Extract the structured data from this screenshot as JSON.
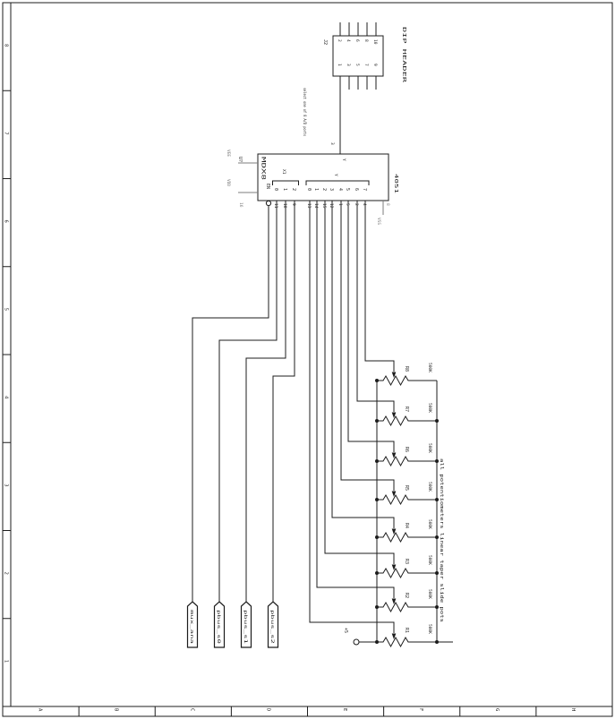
{
  "page": {
    "background": "#ffffff",
    "ink": "#1c1c1c",
    "power_ink": "#7d7d7d"
  },
  "frame": {
    "row_labels": [
      "8",
      "7",
      "6",
      "5",
      "4",
      "3",
      "2",
      "1"
    ],
    "col_labels": [
      "A",
      "B",
      "C",
      "D",
      "E",
      "F",
      "G",
      "H"
    ]
  },
  "dip_header": {
    "designator": "J2",
    "label": "DIP HEADER",
    "top_pin_numbers": [
      "2",
      "4",
      "6",
      "8",
      "10"
    ],
    "bottom_pin_numbers": [
      "1",
      "3",
      "5",
      "7",
      "9"
    ]
  },
  "notes": {
    "adc": "select one of 8 A/D ports",
    "pots": "all potentiometers linear taper slide pots"
  },
  "mux": {
    "designator": "U?",
    "symbol_name": "MDX8",
    "part_number": "4051",
    "common_label": "Y",
    "common_pin_number": "3",
    "select_brace_label": "X1",
    "channel_brace_label": "Y",
    "vee_label": "VEE",
    "vdd_label": "VDD",
    "vdd_pin_number": "16",
    "vss_label": "VSS",
    "vss_pin_number": "8",
    "bottom_pins": [
      {
        "label": "EN",
        "number": "6"
      },
      {
        "label": "0",
        "number": "11"
      },
      {
        "label": "1",
        "number": "10"
      },
      {
        "label": "2",
        "number": "9"
      },
      {
        "label": "0",
        "number": "13"
      },
      {
        "label": "1",
        "number": "14"
      },
      {
        "label": "2",
        "number": "15"
      },
      {
        "label": "3",
        "number": "12"
      },
      {
        "label": "4",
        "number": "1"
      },
      {
        "label": "5",
        "number": "5"
      },
      {
        "label": "6",
        "number": "2"
      },
      {
        "label": "7",
        "number": "4"
      }
    ]
  },
  "supply": {
    "label": "+5"
  },
  "net_flags": [
    "mux_ana",
    "pbus_s0",
    "pbus_s1",
    "pbus_s2"
  ],
  "pots": [
    {
      "designator": "R1",
      "value": "500K"
    },
    {
      "designator": "R2",
      "value": "500K"
    },
    {
      "designator": "R3",
      "value": "500K"
    },
    {
      "designator": "R4",
      "value": "500K"
    },
    {
      "designator": "R5",
      "value": "500K"
    },
    {
      "designator": "R6",
      "value": "500K"
    },
    {
      "designator": "R7",
      "value": "500K"
    },
    {
      "designator": "R8",
      "value": "500K"
    }
  ]
}
